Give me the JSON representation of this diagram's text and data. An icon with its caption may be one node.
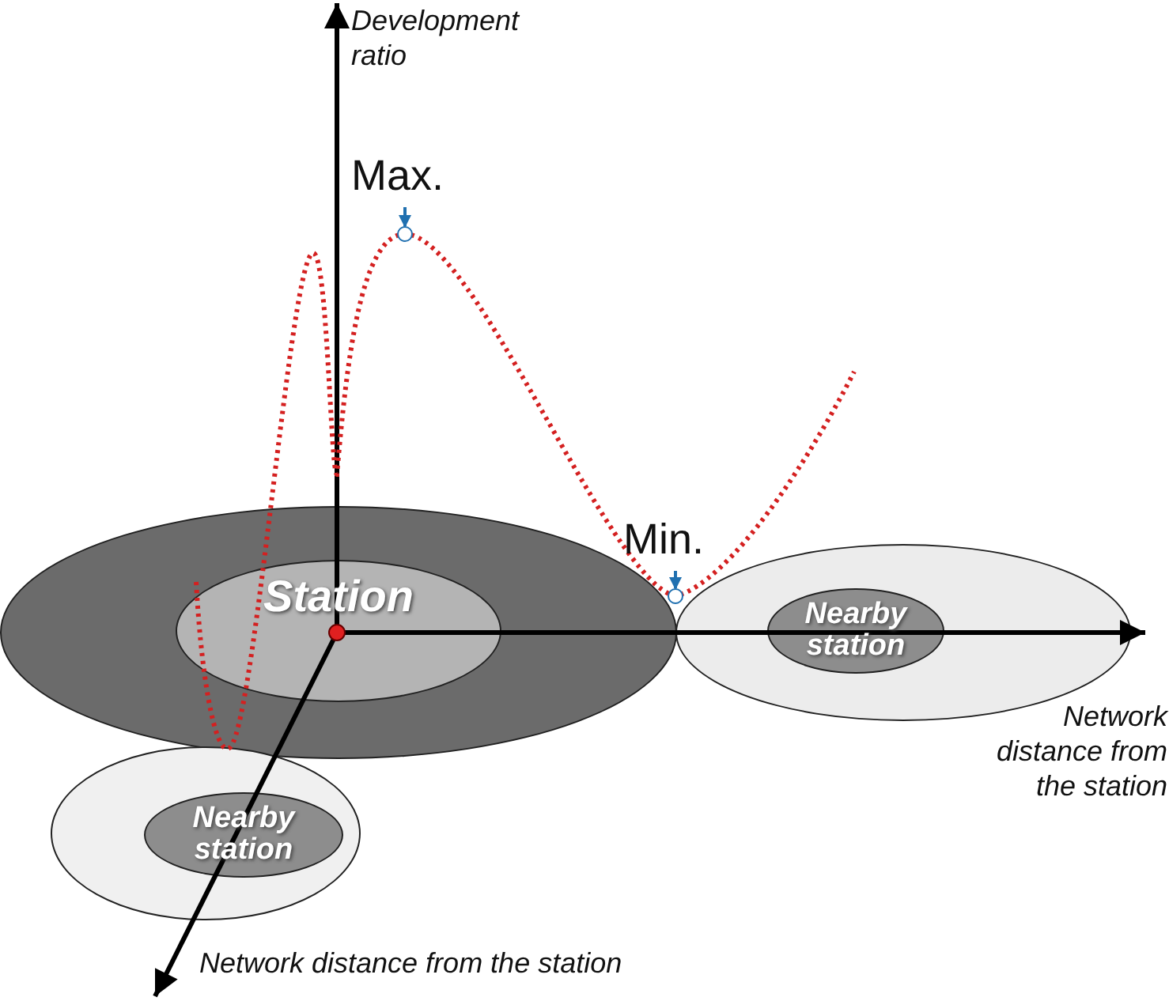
{
  "diagram": {
    "nodes": [
      {
        "text": [
          "Max."
        ]
      },
      {
        "text": [],
        "shape": "circle"
      },
      {
        "text": [
          "Min."
        ]
      },
      {
        "text": [],
        "shape": "circle"
      },
      {
        "text": [],
        "shape": "ellipse"
      },
      {
        "text": [
          "Station"
        ],
        "in": 4
      },
      {
        "text": [],
        "shape": "ellipse"
      },
      {
        "text": [
          "Nearby station"
        ],
        "in": 6
      },
      {
        "text": [],
        "shape": "ellipse"
      },
      {
        "text": [
          "Nearby station"
        ],
        "in": 8
      }
    ],
    "edges": [
      {
        "from": 0,
        "to": 1,
        "arrow": "to"
      },
      {
        "from": 2,
        "to": 3,
        "arrow": "to"
      }
    ],
    "labels": [
      "Development ratio",
      "Network distance from the station",
      "Network distance from the station"
    ]
  }
}
